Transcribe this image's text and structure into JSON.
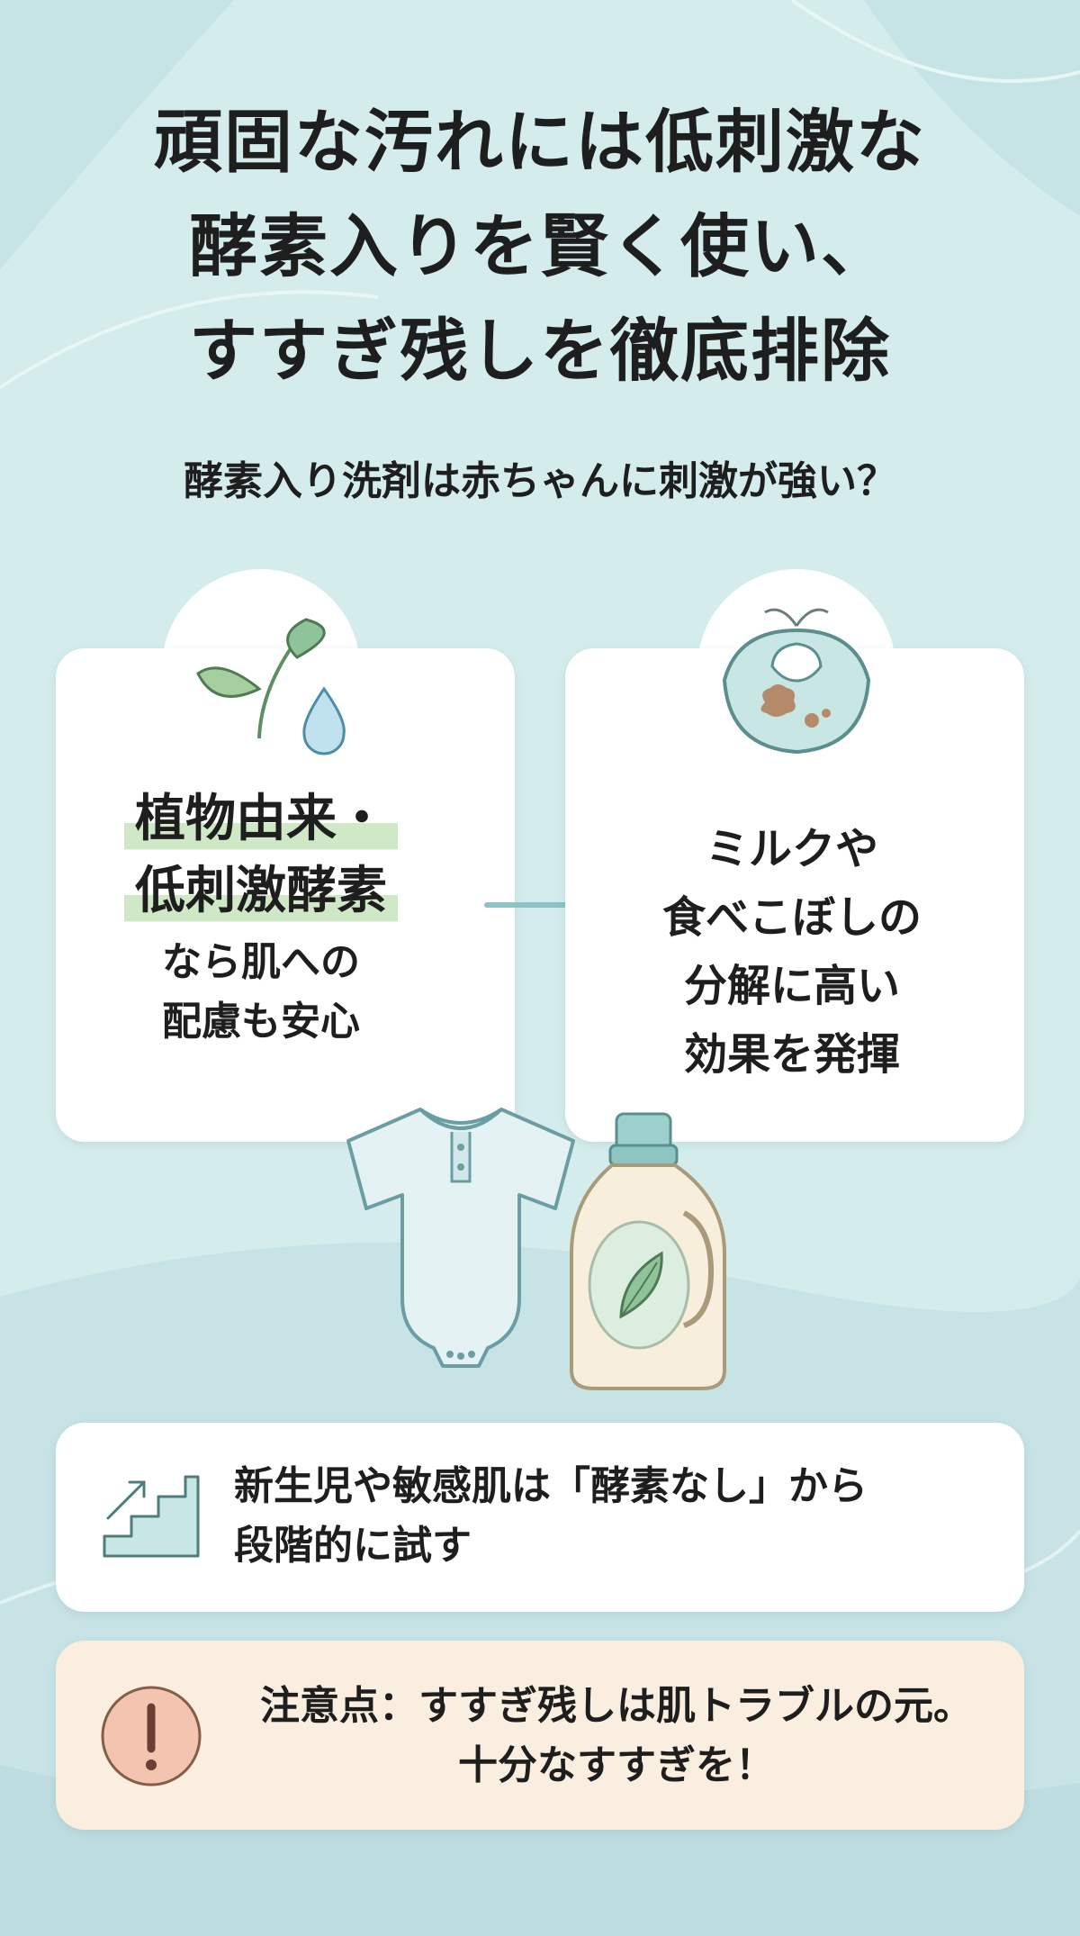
{
  "title_lines": [
    "頑固な汚れには低刺激な",
    "酵素入りを賢く使い、",
    "すすぎ残しを徹底排除"
  ],
  "subtitle": "酵素入り洗剤は赤ちゃんに刺激が強い？",
  "left_card": {
    "highlight_lines": [
      "植物由来・",
      "低刺激酵素"
    ],
    "body_lines": [
      "なら肌への",
      "配慮も安心"
    ],
    "icon": "leaf-and-water-drop-icon"
  },
  "right_card": {
    "lines": [
      "ミルクや",
      "食べこぼしの",
      "分解に高い",
      "効果を発揮"
    ],
    "icon": "stained-bib-icon"
  },
  "step_card": {
    "lines": [
      "新生児や敏感肌は「酵素なし」から",
      "段階的に試す"
    ],
    "icon": "stairs-arrow-icon"
  },
  "warning_card": {
    "lines": [
      "注意点：すすぎ残しは肌トラブルの元。",
      "十分なすすぎを！"
    ],
    "icon": "exclamation-icon"
  },
  "illustration_icons": [
    "baby-bodysuit-icon",
    "detergent-bottle-icon"
  ],
  "colors": {
    "background": "#d4ecec",
    "card": "#ffffff",
    "warning_card": "#f9eee0",
    "highlight": "#cfe8c5",
    "leaf": "#8fc49a",
    "water": "#bfe2ee",
    "warning_icon": "#f3c5b1"
  }
}
